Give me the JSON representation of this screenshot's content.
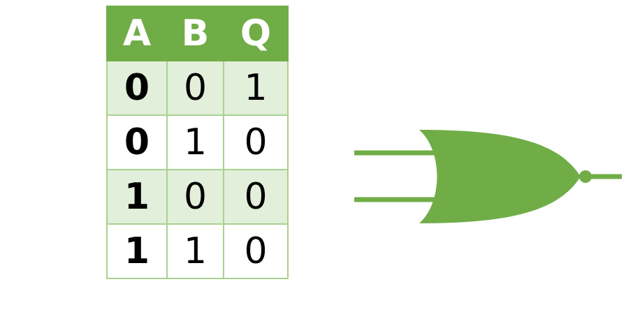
{
  "table": {
    "headers": [
      "A",
      "B",
      "Q"
    ],
    "rows": [
      [
        "0",
        "0",
        "1"
      ],
      [
        "0",
        "1",
        "0"
      ],
      [
        "1",
        "0",
        "0"
      ],
      [
        "1",
        "1",
        "0"
      ]
    ]
  },
  "gate": {
    "icon": "nor-gate-icon"
  },
  "colors": {
    "background": "#FFFFFF",
    "header_bg": "#70AD47",
    "header_text": "#FFFFFF",
    "row_bg": "#FFFFFF",
    "row_alt_bg": "#E2EFDA",
    "table_border": "#A9D18E",
    "cell_text": "#000000",
    "gate_fill": "#70AD47"
  }
}
